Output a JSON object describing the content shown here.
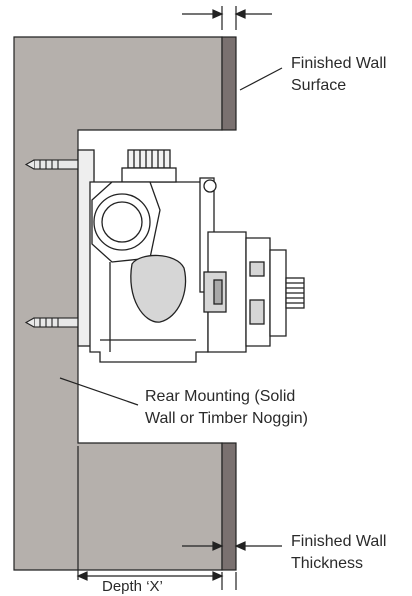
{
  "labels": {
    "finished_wall_surface": [
      "Finished Wall",
      "Surface"
    ],
    "rear_mounting": [
      "Rear Mounting (Solid",
      "Wall or Timber Noggin)"
    ],
    "finished_wall_thickness": [
      "Finished Wall",
      "Thickness"
    ],
    "depth": "Depth ‘X’"
  },
  "colors": {
    "wall_fill": "#b5b0ac",
    "finished_surface_fill": "#7a7170",
    "outline": "#222222",
    "valve_fill": "#ffffff",
    "valve_shade": "#d6d6d6",
    "text": "#2a2a2a"
  }
}
